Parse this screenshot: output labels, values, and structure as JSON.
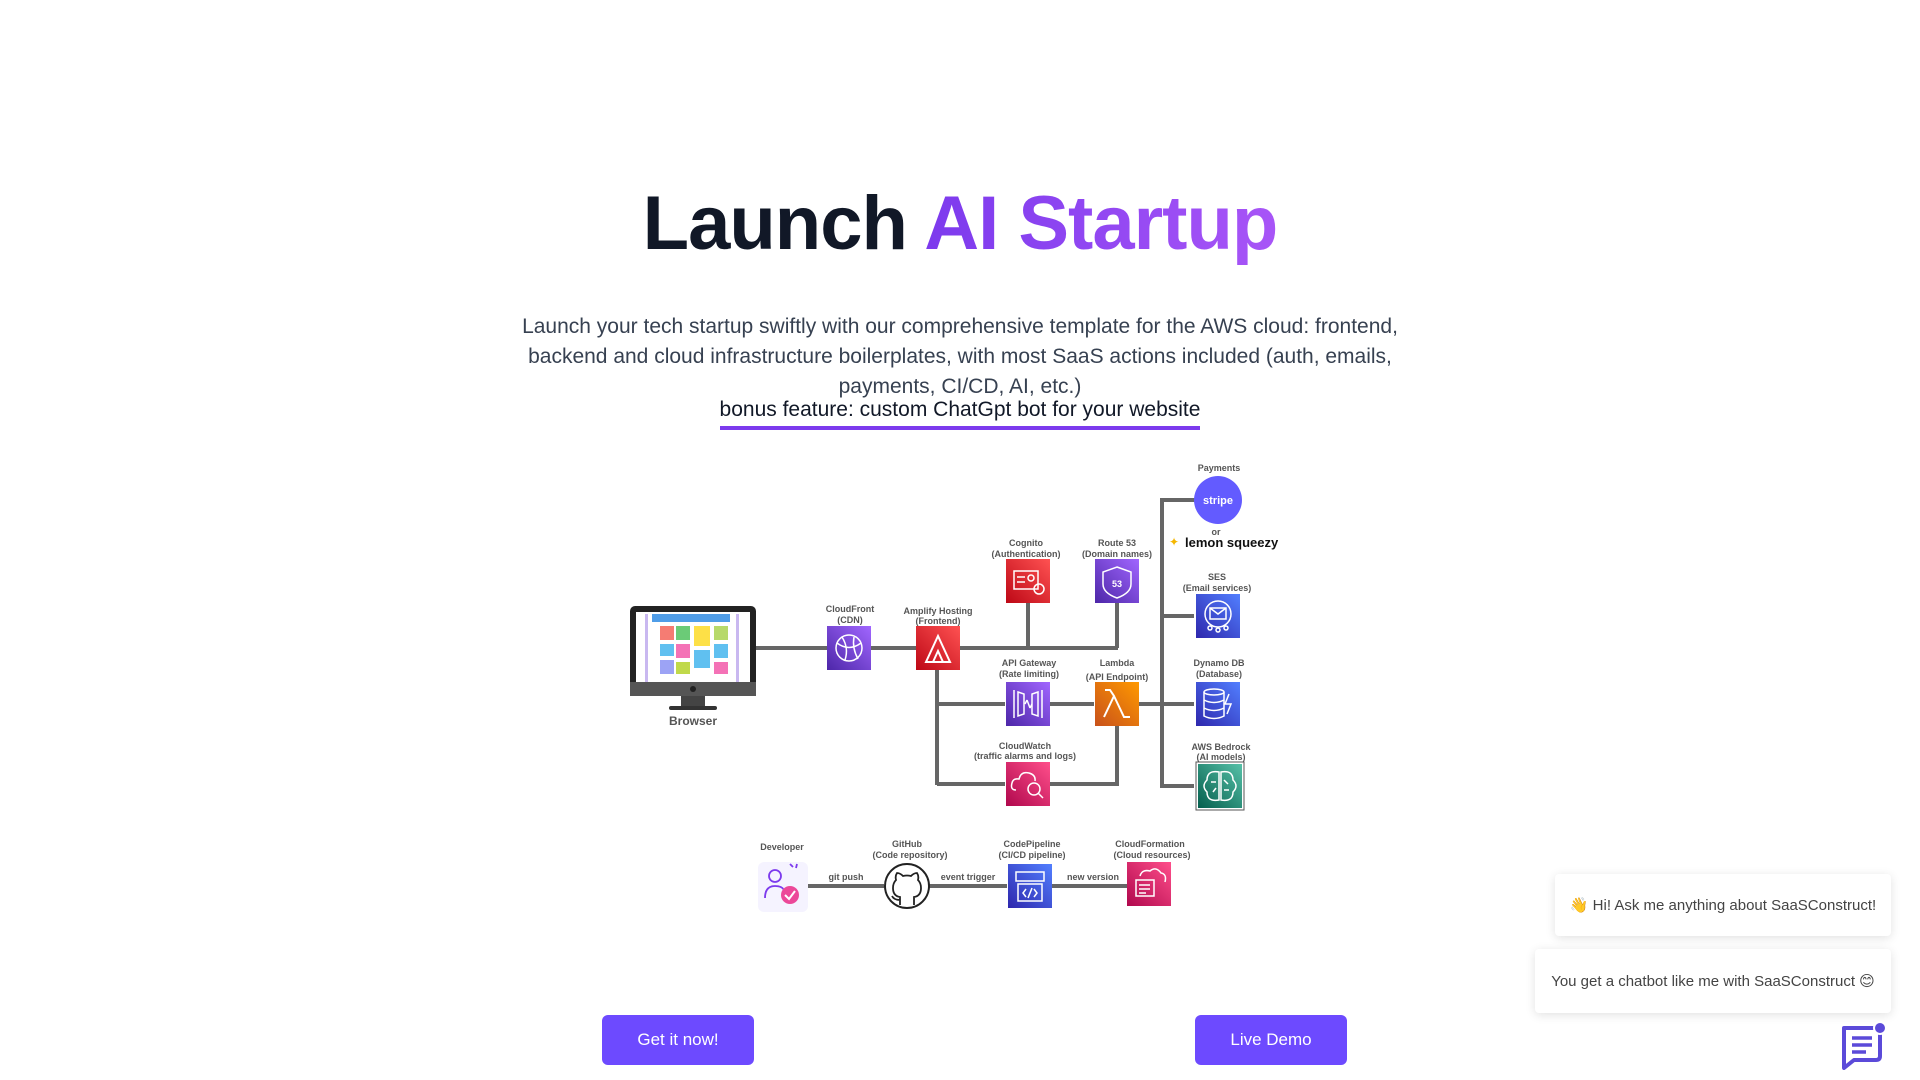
{
  "hero": {
    "title_main": "Launch ",
    "title_accent": "AI Startup",
    "subtitle": "Launch your tech startup swiftly with our comprehensive template for the AWS cloud: frontend, backend and cloud infrastructure boilerplates, with most SaaS actions included (auth, emails, payments, CI/CD, AI, etc.)",
    "bonus": "bonus feature: custom ChatGpt bot for your website"
  },
  "diagram": {
    "browser": "Browser",
    "cloudfront": [
      "CloudFront",
      "(CDN)"
    ],
    "amplify": [
      "Amplify Hosting",
      "(Frontend)"
    ],
    "cognito": [
      "Cognito",
      "(Authentication)"
    ],
    "route53": [
      "Route 53",
      "(Domain names)"
    ],
    "route53_badge": "53",
    "apigw": [
      "API Gateway",
      "(Rate limiting)"
    ],
    "lambda": [
      "Lambda",
      "(API Endpoint)"
    ],
    "cloudwatch": [
      "CloudWatch",
      "(traffic alarms and logs)"
    ],
    "payments": "Payments",
    "stripe": "stripe",
    "or": "or",
    "lemon": "lemon squeezy",
    "ses": [
      "SES",
      "(Email services)"
    ],
    "dynamo": [
      "Dynamo DB",
      "(Database)"
    ],
    "bedrock": [
      "AWS Bedrock",
      "(AI models)"
    ],
    "developer": "Developer",
    "github": [
      "GitHub",
      "(Code repository)"
    ],
    "codepipeline": [
      "CodePipeline",
      "(CI/CD pipeline)"
    ],
    "cloudformation": [
      "CloudFormation",
      "(Cloud resources)"
    ],
    "edge_push": "git push",
    "edge_trigger": "event trigger",
    "edge_version": "new version"
  },
  "buttons": {
    "get_it": "Get it now!",
    "live_demo": "Live Demo"
  },
  "chat": {
    "msg1": "👋 Hi! Ask me anything about SaaSConstruct!",
    "msg2": "You get a chatbot like me with SaaSConstruct 😊"
  },
  "colors": {
    "accent": "#7c3aed",
    "button": "#6d4aff",
    "stripe": "#635bff",
    "aws_red": "#dd344c",
    "aws_purple": "#8c4fff",
    "aws_orange": "#ed7100",
    "aws_blue": "#3b48cc",
    "aws_green": "#01a88d",
    "aws_pink": "#e7157b"
  }
}
